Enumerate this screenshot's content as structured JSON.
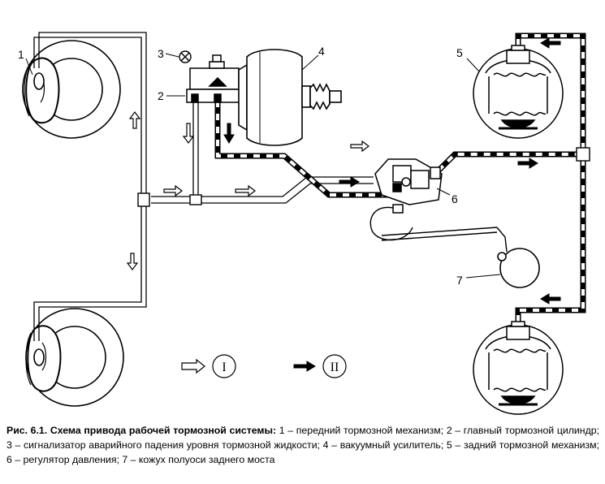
{
  "labels": {
    "l1": "1",
    "l2": "2",
    "l3": "3",
    "l4": "4",
    "l5": "5",
    "l6": "6",
    "l7": "7"
  },
  "legend": {
    "circuit_one": "I",
    "circuit_two": "II"
  },
  "caption": {
    "title": "Рис. 6.1. Схема привода рабочей тормозной системы:",
    "body": " 1 – передний тормозной механизм; 2 – главный тормозной цилиндр; 3 – сигнализатор аварийного падения уровня тормозной жидкости; 4 – вакуумный усилитель; 5 – задний тормозной механизм; 6 – регулятор давления; 7 – кожух полуоси заднего моста"
  },
  "colors": {
    "line": "#000000",
    "background": "#ffffff"
  }
}
